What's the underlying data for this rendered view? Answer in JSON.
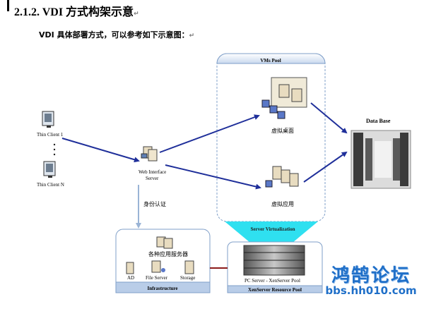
{
  "heading": {
    "text": "2.1.2. VDI 方式构架示意",
    "mark": "↵"
  },
  "intro": {
    "text": "VDI 具体部署方式，可以参考如下示意图：",
    "mark": "↵"
  },
  "diagram": {
    "thin_client_1": "Thin Client 1",
    "thin_client_n": "Thin Client N",
    "web_interface": [
      "Web Interface",
      "Server"
    ],
    "auth_label": "身份认证",
    "vms_pool_title": "VMs Pool",
    "virtual_desktop": "虚拟桌面",
    "virtual_app": "虚拟应用",
    "database_label": "Data Base",
    "server_virtualization": "Server Virtualization",
    "app_servers_label": "各种应用服务器",
    "ad_label": "AD",
    "file_server_label": "File Server",
    "storage_label": "Storage",
    "infrastructure_title": "Infrastructure",
    "xen_pool_label": "PC Server - XenServer Pool",
    "xen_pool_title": "XenServer Resource Pool"
  },
  "colors": {
    "arrow": "#1f2f9a",
    "pool_border": "#7f9fc8",
    "title_red": "#c00000",
    "cyan": "#2fe0f0",
    "watermark": "#1f6fc8"
  },
  "watermark": {
    "cn": "鸿鹄论坛",
    "url": "bbs.hh010.com"
  }
}
